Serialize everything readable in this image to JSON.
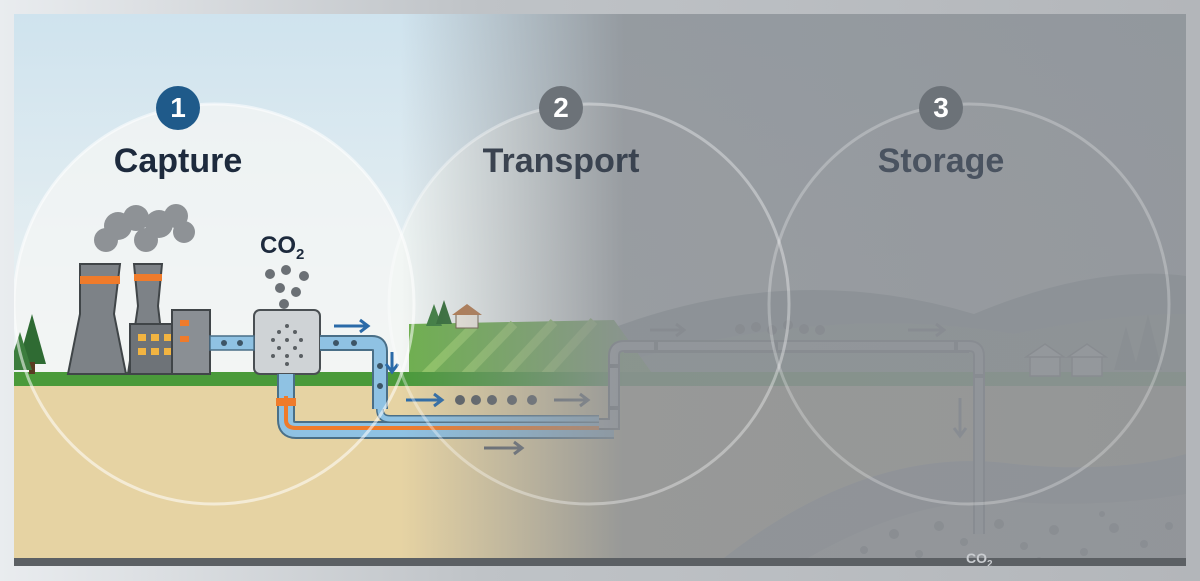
{
  "stages": [
    {
      "number": "1",
      "name": "Capture"
    },
    {
      "number": "2",
      "name": "Transport"
    },
    {
      "number": "3",
      "name": "Storage"
    }
  ],
  "capture_label": {
    "main": "CO",
    "sub": "2"
  },
  "storage_label": {
    "main": "CO",
    "sub": "2"
  },
  "colors": {
    "capture_blue": "#1f5a8a",
    "pipe_blue": "#8fc2e3",
    "pipe_orange": "#ef7b2b",
    "ground_sand": "#e6d3a3",
    "grass": "#4a9a3a",
    "overlay_gray": "#8a8e93"
  }
}
